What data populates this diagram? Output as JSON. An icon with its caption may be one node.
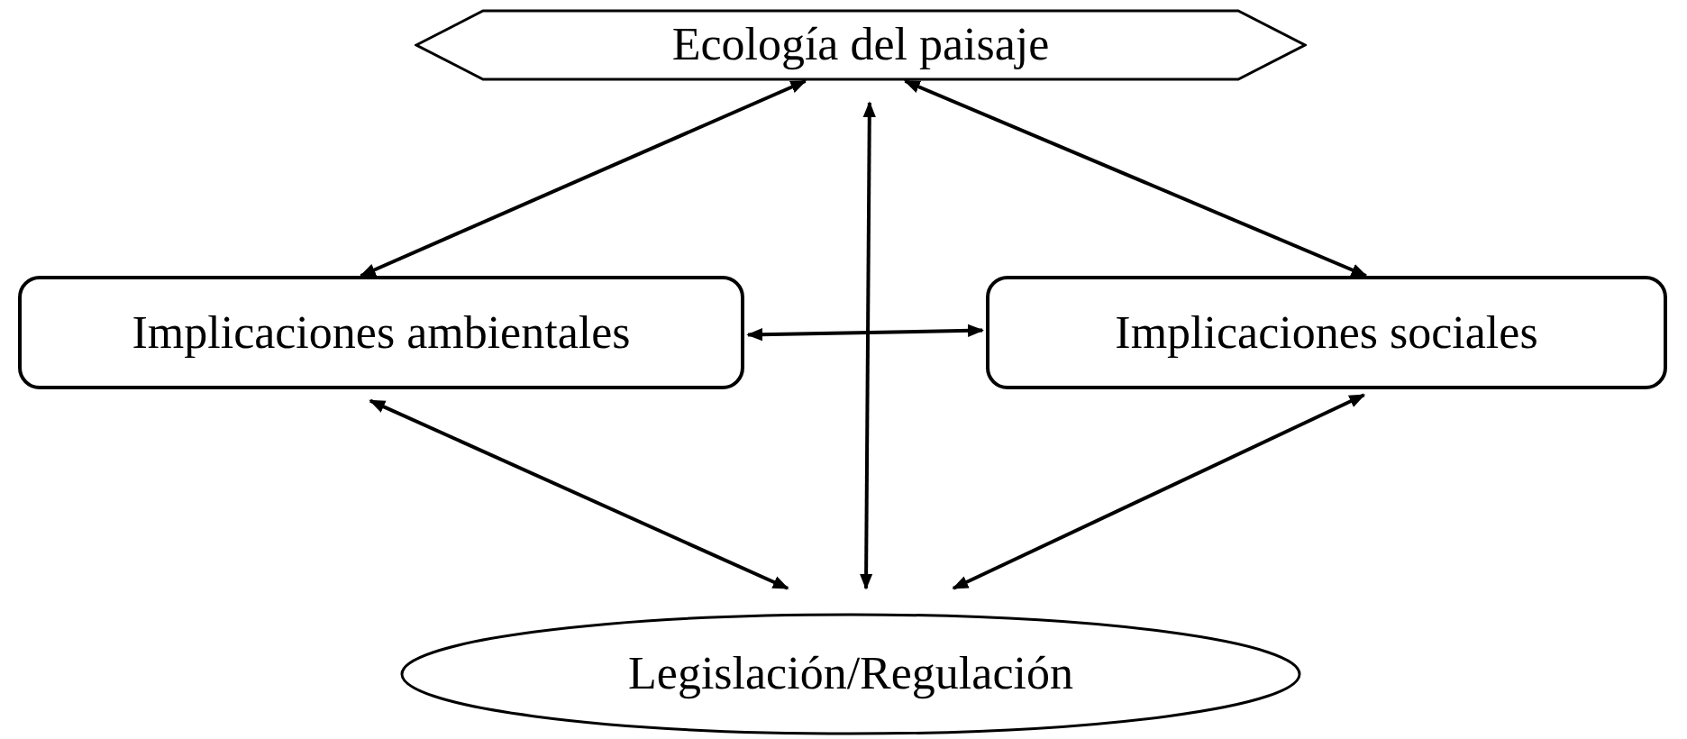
{
  "diagram": {
    "nodes": [
      {
        "text": [
          "Ecología del paisaje"
        ]
      },
      {
        "text": [
          "Implicaciones ambientales"
        ]
      },
      {
        "text": [
          "Implicaciones sociales"
        ]
      },
      {
        "text": [
          "Legislación/Regulación"
        ]
      }
    ],
    "edges": [
      {
        "from": 0,
        "to": 1,
        "arrow": "both"
      },
      {
        "from": 0,
        "to": 2,
        "arrow": "both"
      },
      {
        "from": 0,
        "to": 3,
        "arrow": "both"
      },
      {
        "from": 1,
        "to": 2,
        "arrow": "both"
      },
      {
        "from": 1,
        "to": 3,
        "arrow": "both"
      },
      {
        "from": 2,
        "to": 3,
        "arrow": "both"
      }
    ]
  }
}
